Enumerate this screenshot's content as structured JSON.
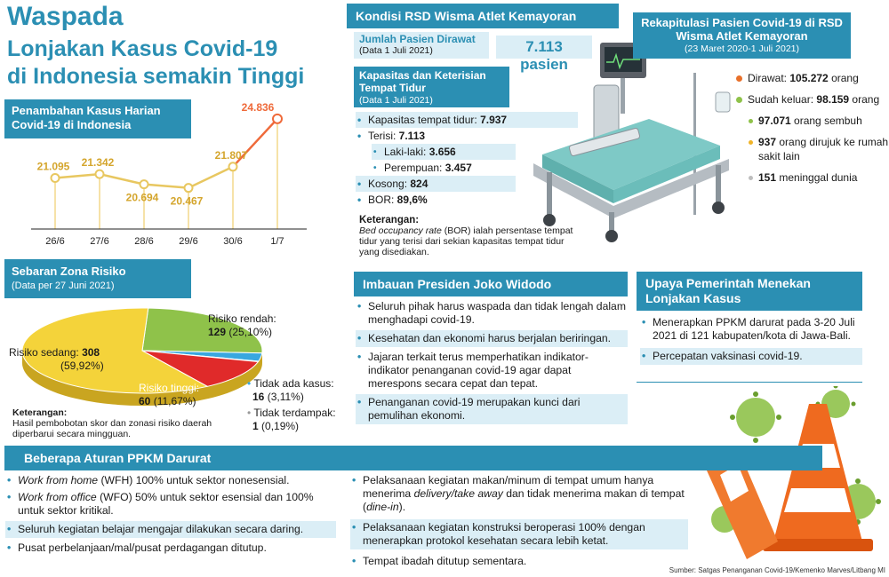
{
  "header": {
    "title1": "Waspada",
    "title2": "Lonjakan Kasus Covid-19",
    "title3": "di Indonesia semakin Tinggi"
  },
  "daily_cases": {
    "title": "Penambahan Kasus Harian Covid-19 di Indonesia",
    "chart_data": {
      "type": "line",
      "categories": [
        "26/6",
        "27/6",
        "28/6",
        "29/6",
        "30/6",
        "1/7"
      ],
      "values": [
        21095,
        21342,
        20694,
        20467,
        21807,
        24836
      ],
      "labels": [
        "21.095",
        "21.342",
        "20.694",
        "20.467",
        "21.807",
        "24.836"
      ]
    }
  },
  "risk_zone": {
    "title": "Sebaran Zona Risiko",
    "subtitle": "(Data per 27 Juni 2021)",
    "chart_data": {
      "type": "pie",
      "series": [
        {
          "name": "Risiko sedang",
          "value": 308,
          "pct": "(59,92%)",
          "color": "#f4d33a"
        },
        {
          "name": "Risiko rendah",
          "value": 129,
          "pct": "(25,10%)",
          "color": "#8fc24a"
        },
        {
          "name": "Risiko tinggi",
          "value": 60,
          "pct": "(11,67%)",
          "color": "#e02a2a"
        },
        {
          "name": "Tidak ada kasus",
          "value": 16,
          "pct": "(3,11%)",
          "color": "#39a7df"
        },
        {
          "name": "Tidak terdampak",
          "value": 1,
          "pct": "(0,19%)",
          "color": "#bfbfbf"
        }
      ]
    },
    "labels": {
      "sedang_name": "Risiko sedang:",
      "sedang_val": "308",
      "sedang_pct": "(59,92%)",
      "rendah_name": "Risiko rendah:",
      "rendah_val": "129",
      "rendah_pct": " (25,10%)",
      "tinggi_name": "Risiko tinggi:",
      "tinggi_val": "60",
      "tinggi_pct": " (11,67%)",
      "tidak_ada_name": "Tidak ada kasus:",
      "tidak_ada_val": "16",
      "tidak_ada_pct": " (3,11%)",
      "terdampak_name": "Tidak terdampak:",
      "terdampak_val": "1",
      "terdampak_pct": " (0,19%)"
    },
    "note_title": "Keterangan:",
    "note_text": "Hasil pembobotan skor dan zonasi risiko daerah diperbarui secara mingguan."
  },
  "rsd": {
    "title": "Kondisi RSD Wisma Atlet Kemayoran",
    "patients_label": "Jumlah Pasien Dirawat",
    "patients_date": "(Data 1 Juli 2021)",
    "patients_value": "7.113 pasien",
    "capacity_title": "Kapasitas dan Keterisian Tempat Tidur",
    "capacity_date": "(Data 1 Juli 2021)",
    "cap_label": "Kapasitas tempat tidur: ",
    "cap_val": "7.937",
    "terisi_label": "Terisi: ",
    "terisi_val": "7.113",
    "laki_label": "Laki-laki: ",
    "laki_val": "3.656",
    "perempuan_label": "Perempuan: ",
    "perempuan_val": "3.457",
    "kosong_label": "Kosong: ",
    "kosong_val": "824",
    "bor_label": "BOR: ",
    "bor_val": "89,6%",
    "note_title": "Keterangan:",
    "note_italic": "Bed occupancy rate",
    "note_text": " (BOR) ialah persentase tempat tidur yang terisi dari sekian kapasitas tempat tidur yang disediakan."
  },
  "recap": {
    "title": "Rekapitulasi Pasien Covid-19 di RSD Wisma Atlet Kemayoran",
    "subtitle": "(23 Maret 2020-1 Juli 2021)",
    "dirawat_label": "Dirawat: ",
    "dirawat_val": "105.272",
    "dirawat_unit": " orang",
    "keluar_label": "Sudah keluar: ",
    "keluar_val": "98.159",
    "keluar_unit": " orang",
    "sembuh_val": "97.071",
    "sembuh_text": " orang sembuh",
    "rujuk_val": "937",
    "rujuk_text": " orang dirujuk ke rumah sakit lain",
    "meninggal_val": "151",
    "meninggal_text": " meninggal dunia",
    "colors": {
      "dirawat": "#e8702a",
      "keluar": "#8fc24a",
      "sembuh": "#8fc24a",
      "rujuk": "#f0b429",
      "meninggal": "#bdbdbd"
    }
  },
  "imbauan": {
    "title": "Imbauan Presiden Joko Widodo",
    "items": [
      "Seluruh pihak harus waspada dan tidak lengah dalam menghadapi covid-19.",
      "Kesehatan dan ekonomi harus berjalan beriringan.",
      "Jajaran terkait terus memperhatikan indikator-indikator penanganan covid-19 agar dapat merespons secara cepat dan tepat.",
      "Penanganan covid-19 merupakan kunci dari pemulihan ekonomi."
    ]
  },
  "upaya": {
    "title": "Upaya Pemerintah Menekan Lonjakan Kasus",
    "items": [
      "Menerapkan PPKM darurat pada 3-20 Juli 2021 di 121 kabupaten/kota di Jawa-Bali.",
      "Percepatan vaksinasi covid-19."
    ]
  },
  "ppkm": {
    "title": "Beberapa Aturan PPKM Darurat",
    "left": {
      "i1_italic": "Work from home",
      "i1_text": " (WFH) 100% untuk sektor nonesensial.",
      "i2_italic": "Work from office",
      "i2_text": " (WFO) 50% untuk sektor esensial dan 100% untuk sektor kritikal.",
      "i3": "Seluruh kegiatan belajar mengajar dilakukan secara daring.",
      "i4": "Pusat perbelanjaan/mal/pusat perdagangan ditutup."
    },
    "right": {
      "i1_a": "Pelaksanaan kegiatan makan/minum di tempat umum hanya menerima ",
      "i1_b": "delivery/take away",
      "i1_c": " dan tidak menerima makan di tempat (",
      "i1_d": "dine-in",
      "i1_e": ").",
      "i2": "Pelaksanaan kegiatan konstruksi beroperasi 100% dengan menerapkan protokol kesehatan secara lebih ketat.",
      "i3": "Tempat ibadah ditutup sementara."
    }
  },
  "source": "Sumber: Satgas Penanganan Covid-19/Kemenko Marves/Litbang MI"
}
